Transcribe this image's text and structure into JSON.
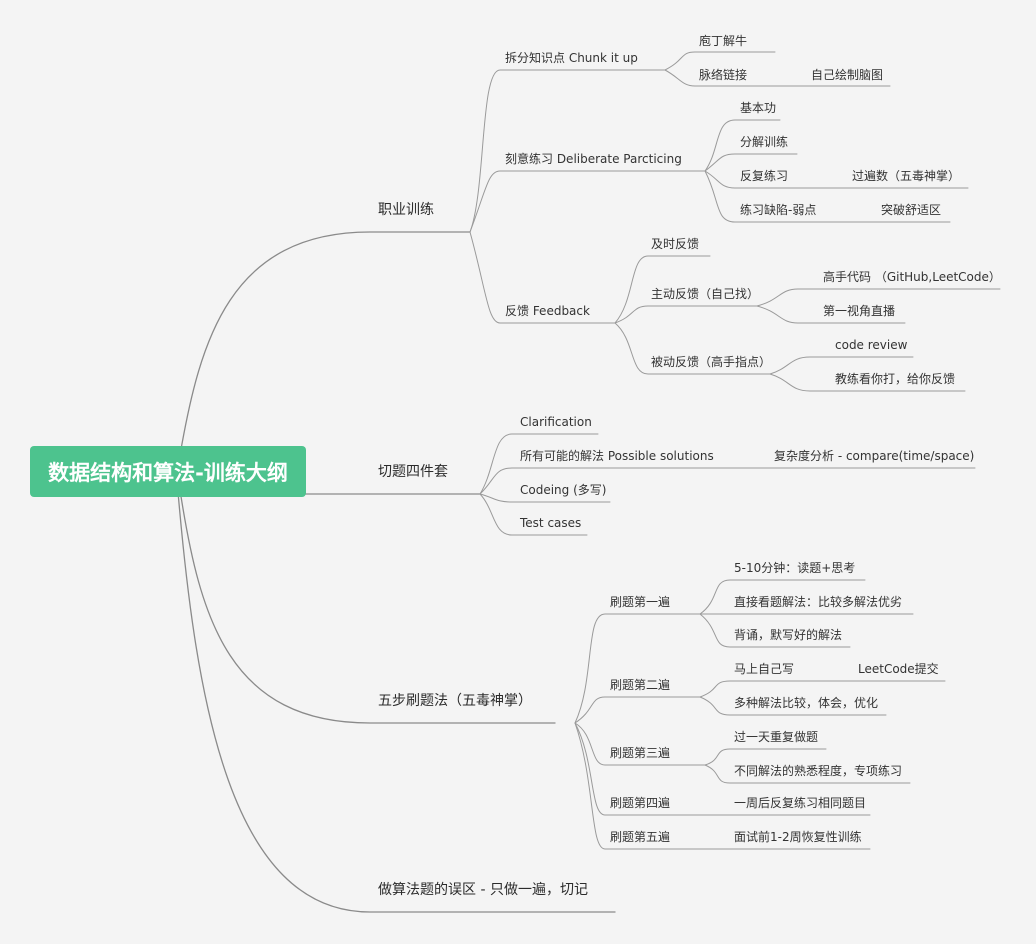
{
  "root": "数据结构和算法-训练大纲",
  "branches": {
    "training": {
      "label": "职业训练",
      "chunk": {
        "label": "拆分知识点 Chunk it up",
        "c1": "庖丁解牛",
        "c2": "脉络链接",
        "c2a": "自己绘制脑图"
      },
      "deliberate": {
        "label": "刻意练习 Deliberate Parcticing",
        "c1": "基本功",
        "c2": "分解训练",
        "c3": "反复练习",
        "c3a": "过遍数（五毒神掌）",
        "c4": "练习缺陷-弱点",
        "c4a": "突破舒适区"
      },
      "feedback": {
        "label": "反馈 Feedback",
        "c1": "及时反馈",
        "c2": "主动反馈（自己找）",
        "c2a": "高手代码 （GitHub,LeetCode）",
        "c2b": "第一视角直播",
        "c3": "被动反馈（高手指点）",
        "c3a": "code review",
        "c3b": "教练看你打，给你反馈"
      }
    },
    "four": {
      "label": "切题四件套",
      "c1": "Clarification",
      "c2": "所有可能的解法 Possible solutions",
      "c2a": "复杂度分析 - compare(time/space)",
      "c3": "Codeing (多写)",
      "c4": "Test cases"
    },
    "five": {
      "label": "五步刷题法（五毒神掌）",
      "p1": {
        "label": "刷题第一遍",
        "c1": "5-10分钟：读题+思考",
        "c2": "直接看题解法：比较多解法优劣",
        "c3": "背诵，默写好的解法"
      },
      "p2": {
        "label": "刷题第二遍",
        "c1": "马上自己写",
        "c1a": "LeetCode提交",
        "c2": "多种解法比较，体会，优化"
      },
      "p3": {
        "label": "刷题第三遍",
        "c1": "过一天重复做题",
        "c2": "不同解法的熟悉程度，专项练习"
      },
      "p4": {
        "label": "刷题第四遍",
        "c1": "一周后反复练习相同题目"
      },
      "p5": {
        "label": "刷题第五遍",
        "c1": "面试前1-2周恢复性训练"
      }
    },
    "mistake": {
      "label": "做算法题的误区 - 只做一遍，切记"
    }
  },
  "colors": {
    "root_bg": "#4dc38e",
    "root_text": "#ffffff",
    "line": "#8a8a8a",
    "background": "#f4f4f4"
  }
}
